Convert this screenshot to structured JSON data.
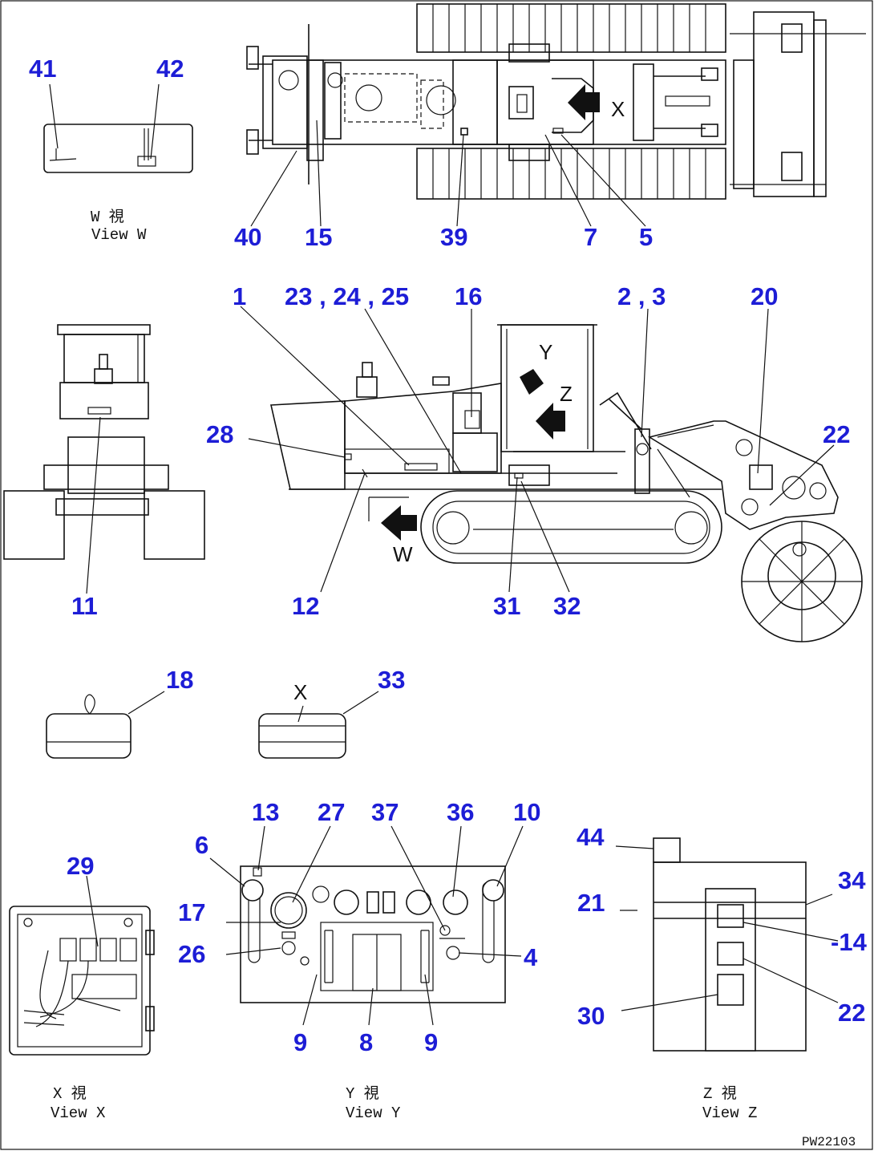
{
  "drawing": {
    "part_numbers": {
      "n41": "41",
      "n42": "42",
      "n40": "40",
      "n15": "15",
      "n39": "39",
      "n7": "7",
      "n5": "5",
      "n1": "1",
      "n23_24_25": "23 , 24 , 25",
      "n16": "16",
      "n2_3": "2 , 3",
      "n20": "20",
      "n28": "28",
      "n22a": "22",
      "n11": "11",
      "n12": "12",
      "n31": "31",
      "n32": "32",
      "n18": "18",
      "n33": "33",
      "n13": "13",
      "n27": "27",
      "n37": "37",
      "n36": "36",
      "n10": "10",
      "n6": "6",
      "n17": "17",
      "n26": "26",
      "n4": "4",
      "n9a": "9",
      "n8": "8",
      "n9b": "9",
      "n29": "29",
      "n44": "44",
      "n34": "34",
      "n21": "21",
      "n14": "-14",
      "n22b": "22",
      "n30": "30"
    },
    "view_captions": {
      "w_jp": "W 視",
      "w_en": "View W",
      "x_jp": "X 視",
      "x_en": "View X",
      "y_jp": "Y 視",
      "y_en": "View Y",
      "z_jp": "Z 視",
      "z_en": "View Z"
    },
    "view_markers": {
      "w": "W",
      "x": "X",
      "y": "Y",
      "z": "Z"
    },
    "drawing_code": "PW22103",
    "colors": {
      "callout": "#1d1dd6",
      "line": "#111111",
      "background": "#ffffff"
    }
  }
}
